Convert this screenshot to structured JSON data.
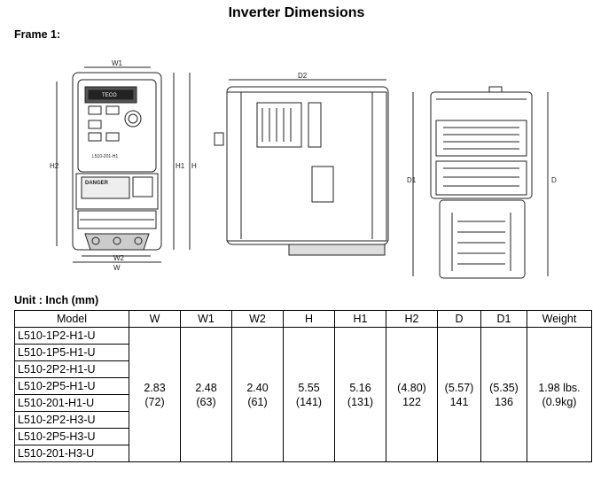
{
  "title": "Inverter Dimensions",
  "frame_label": "Frame 1:",
  "unit_label": "Unit : Inch (mm)",
  "drawing": {
    "front": {
      "brand": "TECO",
      "model_plate": "L510-201-H1",
      "danger": "DANGER",
      "dims": {
        "w1": "W1",
        "w2": "W2",
        "w": "W",
        "h": "H",
        "h1": "H1",
        "h2": "H2"
      }
    },
    "side": {
      "d2": "D2"
    },
    "rear": {
      "d": "D",
      "d1": "D1"
    }
  },
  "table": {
    "headers": [
      "Model",
      "W",
      "W1",
      "W2",
      "H",
      "H1",
      "H2",
      "D",
      "D1",
      "Weight"
    ],
    "models": [
      "L510-1P2-H1-U",
      "L510-1P5-H1-U",
      "L510-2P2-H1-U",
      "L510-2P5-H1-U",
      "L510-201-H1-U",
      "L510-2P2-H3-U",
      "L510-2P5-H3-U",
      "L510-201-H3-U"
    ],
    "values": [
      {
        "a": "2.83",
        "b": "(72)"
      },
      {
        "a": "2.48",
        "b": "(63)"
      },
      {
        "a": "2.40",
        "b": "(61)"
      },
      {
        "a": "5.55",
        "b": "(141)"
      },
      {
        "a": "5.16",
        "b": "(131)"
      },
      {
        "a": "(4.80)",
        "b": "122"
      },
      {
        "a": "(5.57)",
        "b": "141"
      },
      {
        "a": "(5.35)",
        "b": "136"
      },
      {
        "a": "1.98 lbs.",
        "b": "(0.9kg)"
      }
    ]
  }
}
